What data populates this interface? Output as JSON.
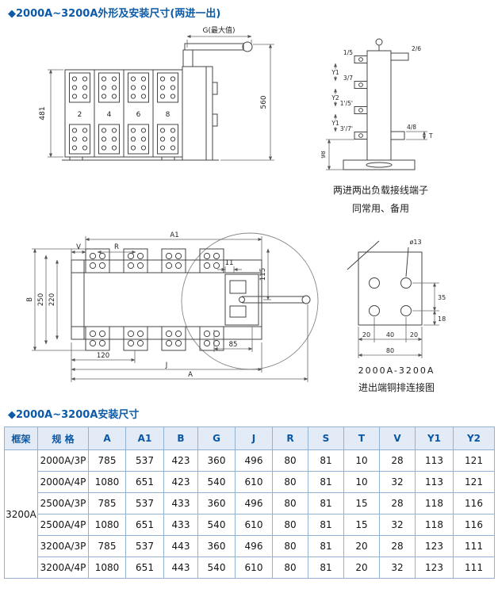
{
  "sections": {
    "title1": "◆2000A~3200A外形及安装尺寸(两进一出)",
    "title2": "◆2000A~3200A安装尺寸"
  },
  "front_view": {
    "dim_g": "G(最大值)",
    "dim_height_left": "481",
    "dim_height_right": "560",
    "pole_numbers": [
      "2",
      "4",
      "6",
      "8"
    ]
  },
  "side_view": {
    "tab_labels": [
      "1/5",
      "3/7",
      "1'/5'",
      "3'/7'"
    ],
    "y_dims": [
      "Y1",
      "Y2",
      "Y1"
    ],
    "top_right_label": "2/6",
    "bottom_right_label": "4/8",
    "dim_t": "T",
    "dim_98": "98",
    "caption1": "两进两出负载接线端子",
    "caption2": "同常用、备用"
  },
  "top_view": {
    "dim_a1": "A1",
    "dim_v": "V",
    "dim_r": "R",
    "dim_b": "B",
    "dim_250": "250",
    "dim_220": "220",
    "dim_115": "115",
    "dim_11": "11",
    "dim_85": "85",
    "dim_120": "120",
    "dim_j": "J",
    "dim_a": "A"
  },
  "busbar": {
    "hole_dia": "ø13",
    "dim_35": "35",
    "dim_18": "18",
    "dim_20a": "20",
    "dim_40": "40",
    "dim_20b": "20",
    "dim_80": "80",
    "caption1": "2000A-3200A",
    "caption2": "进出端铜排连接图"
  },
  "table": {
    "headers": {
      "frame": "框架",
      "spec": "规  格",
      "cols": [
        "A",
        "A1",
        "B",
        "G",
        "J",
        "R",
        "S",
        "T",
        "V",
        "Y1",
        "Y2"
      ]
    },
    "frame_value": "3200A",
    "rows": [
      {
        "spec": "2000A/3P",
        "values": [
          "785",
          "537",
          "423",
          "360",
          "496",
          "80",
          "81",
          "10",
          "28",
          "113",
          "121"
        ]
      },
      {
        "spec": "2000A/4P",
        "values": [
          "1080",
          "651",
          "423",
          "540",
          "610",
          "80",
          "81",
          "10",
          "32",
          "113",
          "121"
        ]
      },
      {
        "spec": "2500A/3P",
        "values": [
          "785",
          "537",
          "433",
          "360",
          "496",
          "80",
          "81",
          "15",
          "28",
          "118",
          "116"
        ]
      },
      {
        "spec": "2500A/4P",
        "values": [
          "1080",
          "651",
          "433",
          "540",
          "610",
          "80",
          "81",
          "15",
          "32",
          "118",
          "116"
        ]
      },
      {
        "spec": "3200A/3P",
        "values": [
          "785",
          "537",
          "443",
          "360",
          "496",
          "80",
          "81",
          "20",
          "28",
          "123",
          "111"
        ]
      },
      {
        "spec": "3200A/4P",
        "values": [
          "1080",
          "651",
          "443",
          "540",
          "610",
          "80",
          "81",
          "20",
          "32",
          "123",
          "111"
        ]
      }
    ]
  }
}
